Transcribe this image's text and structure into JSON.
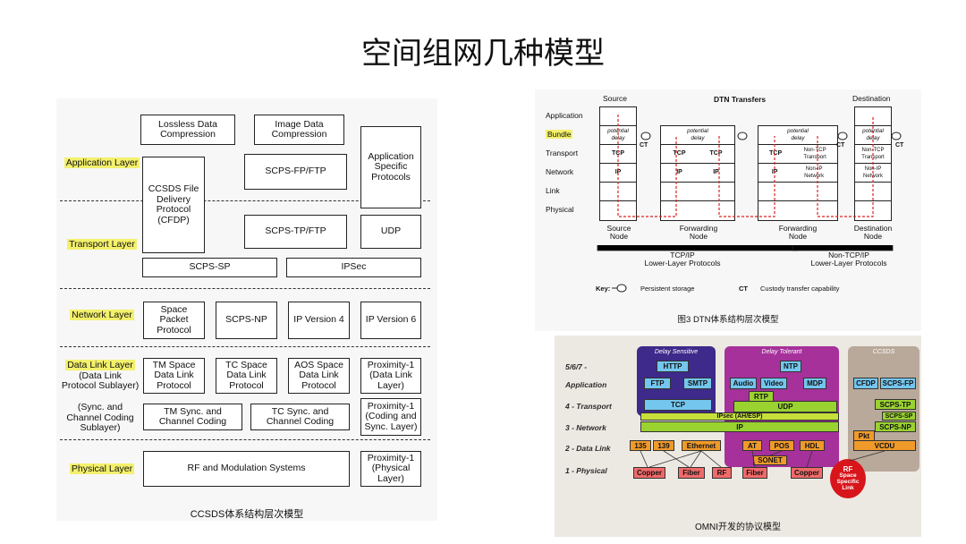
{
  "slide": {
    "title": "空间组网几种模型"
  },
  "ccsds": {
    "caption": "CCSDS体系结构层次模型",
    "layers": {
      "application": "Application Layer",
      "transport": "Transport Layer",
      "network": "Network Layer",
      "data_link_1": "Data Link Layer",
      "data_link_2": "(Data Link",
      "data_link_3": "Protocol Sublayer)",
      "sync_1": "(Sync. and",
      "sync_2": "Channel Coding",
      "sync_3": "Sublayer)",
      "physical": "Physical Layer"
    },
    "boxes": {
      "lossless_1": "Lossless Data",
      "lossless_2": "Compression",
      "image_1": "Image Data",
      "image_2": "Compression",
      "app_specific_1": "Application",
      "app_specific_2": "Specific",
      "app_specific_3": "Protocols",
      "cfdp_1": "CCSDS File",
      "cfdp_2": "Delivery",
      "cfdp_3": "Protocol",
      "cfdp_4": "(CFDP)",
      "scps_fp": "SCPS-FP/FTP",
      "scps_tp": "SCPS-TP/FTP",
      "udp": "UDP",
      "scps_sp": "SCPS-SP",
      "ipsec": "IPSec",
      "space_packet_1": "Space",
      "space_packet_2": "Packet",
      "space_packet_3": "Protocol",
      "scps_np": "SCPS-NP",
      "ipv4": "IP Version 4",
      "ipv6": "IP Version 6",
      "tm_space_1": "TM Space",
      "tm_space_2": "Data Link",
      "tm_space_3": "Protocol",
      "tc_space_1": "TC Space",
      "tc_space_2": "Data Link",
      "tc_space_3": "Protocol",
      "aos_space_1": "AOS Space",
      "aos_space_2": "Data Link",
      "aos_space_3": "Protocol",
      "prox_dl_1": "Proximity-1",
      "prox_dl_2": "(Data Link",
      "prox_dl_3": "Layer)",
      "tm_sync_1": "TM Sync. and",
      "tm_sync_2": "Channel Coding",
      "tc_sync_1": "TC Sync. and",
      "tc_sync_2": "Channel Coding",
      "prox_cs_1": "Proximity-1",
      "prox_cs_2": "(Coding and",
      "prox_cs_3": "Sync. Layer)",
      "rf": "RF and Modulation Systems",
      "prox_ph_1": "Proximity-1",
      "prox_ph_2": "(Physical",
      "prox_ph_3": "Layer)"
    }
  },
  "dtn": {
    "caption": "图3   DTN体系结构层次模型",
    "header": {
      "source": "Source",
      "transfers": "DTN Transfers",
      "destination": "Destination"
    },
    "layers": [
      "Application",
      "Bundle",
      "Transport",
      "Network",
      "Link",
      "Physical"
    ],
    "cells": {
      "potential_1": "potential",
      "potential_2": "delay",
      "tcp": "TCP",
      "ip": "IP",
      "non_tcp_1": "Non-TCP",
      "non_tcp_2": "Transport",
      "non_ip_1": "Non-IP",
      "non_ip_2": "Network",
      "ct": "CT"
    },
    "nodes": {
      "source_1": "Source",
      "source_2": "Node",
      "fwd_1": "Forwarding",
      "fwd_2": "Node",
      "dest_1": "Destination",
      "dest_2": "Node"
    },
    "groups": {
      "tcpip_1": "TCP/IP",
      "tcpip_2": "Lower-Layer Protocols",
      "nontcp_1": "Non-TCP/IP",
      "nontcp_2": "Lower-Layer Protocols"
    },
    "key": {
      "key_label": "Key:",
      "persistent": "Persistent storage",
      "ct_abbr": "CT",
      "custody": "Custody transfer capability"
    }
  },
  "omni": {
    "caption": "OMNI开发的协议模型",
    "layer_labels": {
      "l567": "5/6/7 -",
      "app": "Application",
      "transport": "4 - Transport",
      "network": "3 - Network",
      "datalink": "2 - Data Link",
      "physical": "1 - Physical"
    },
    "groups": {
      "delay_sensitive": "Delay Sensitive",
      "delay_tolerant": "Delay Tolerant",
      "ccsds": "CCSDS"
    },
    "boxes": {
      "http": "HTTP",
      "ftp": "FTP",
      "smtp": "SMTP",
      "tcp": "TCP",
      "ntp": "NTP",
      "audio": "Audio",
      "video": "Video",
      "mdp": "MDP",
      "rtp": "RTP",
      "udp": "UDP",
      "cfdp": "CFDP",
      "scps_fp": "SCPS-FP",
      "scps_tp": "SCPS-TP",
      "scps_sp": "SCPS-SP",
      "scps_np": "SCPS-NP",
      "ipsec": "IPsec (AH/ESP)",
      "ip": "IP",
      "l135": "135",
      "l139": "139",
      "ethernet": "Ethernet",
      "at": "AT",
      "pos": "POS",
      "hdl": "HDL",
      "pkt": "Pkt",
      "vcdu": "VCDU",
      "sonet": "SONET",
      "copper1": "Copper",
      "fiber1": "Fiber",
      "rf1": "RF",
      "fiber2": "Fiber",
      "copper2": "Copper",
      "rf_space_1": "RF",
      "rf_space_2": "Space",
      "rf_space_3": "Specific",
      "rf_space_4": "Link"
    }
  }
}
